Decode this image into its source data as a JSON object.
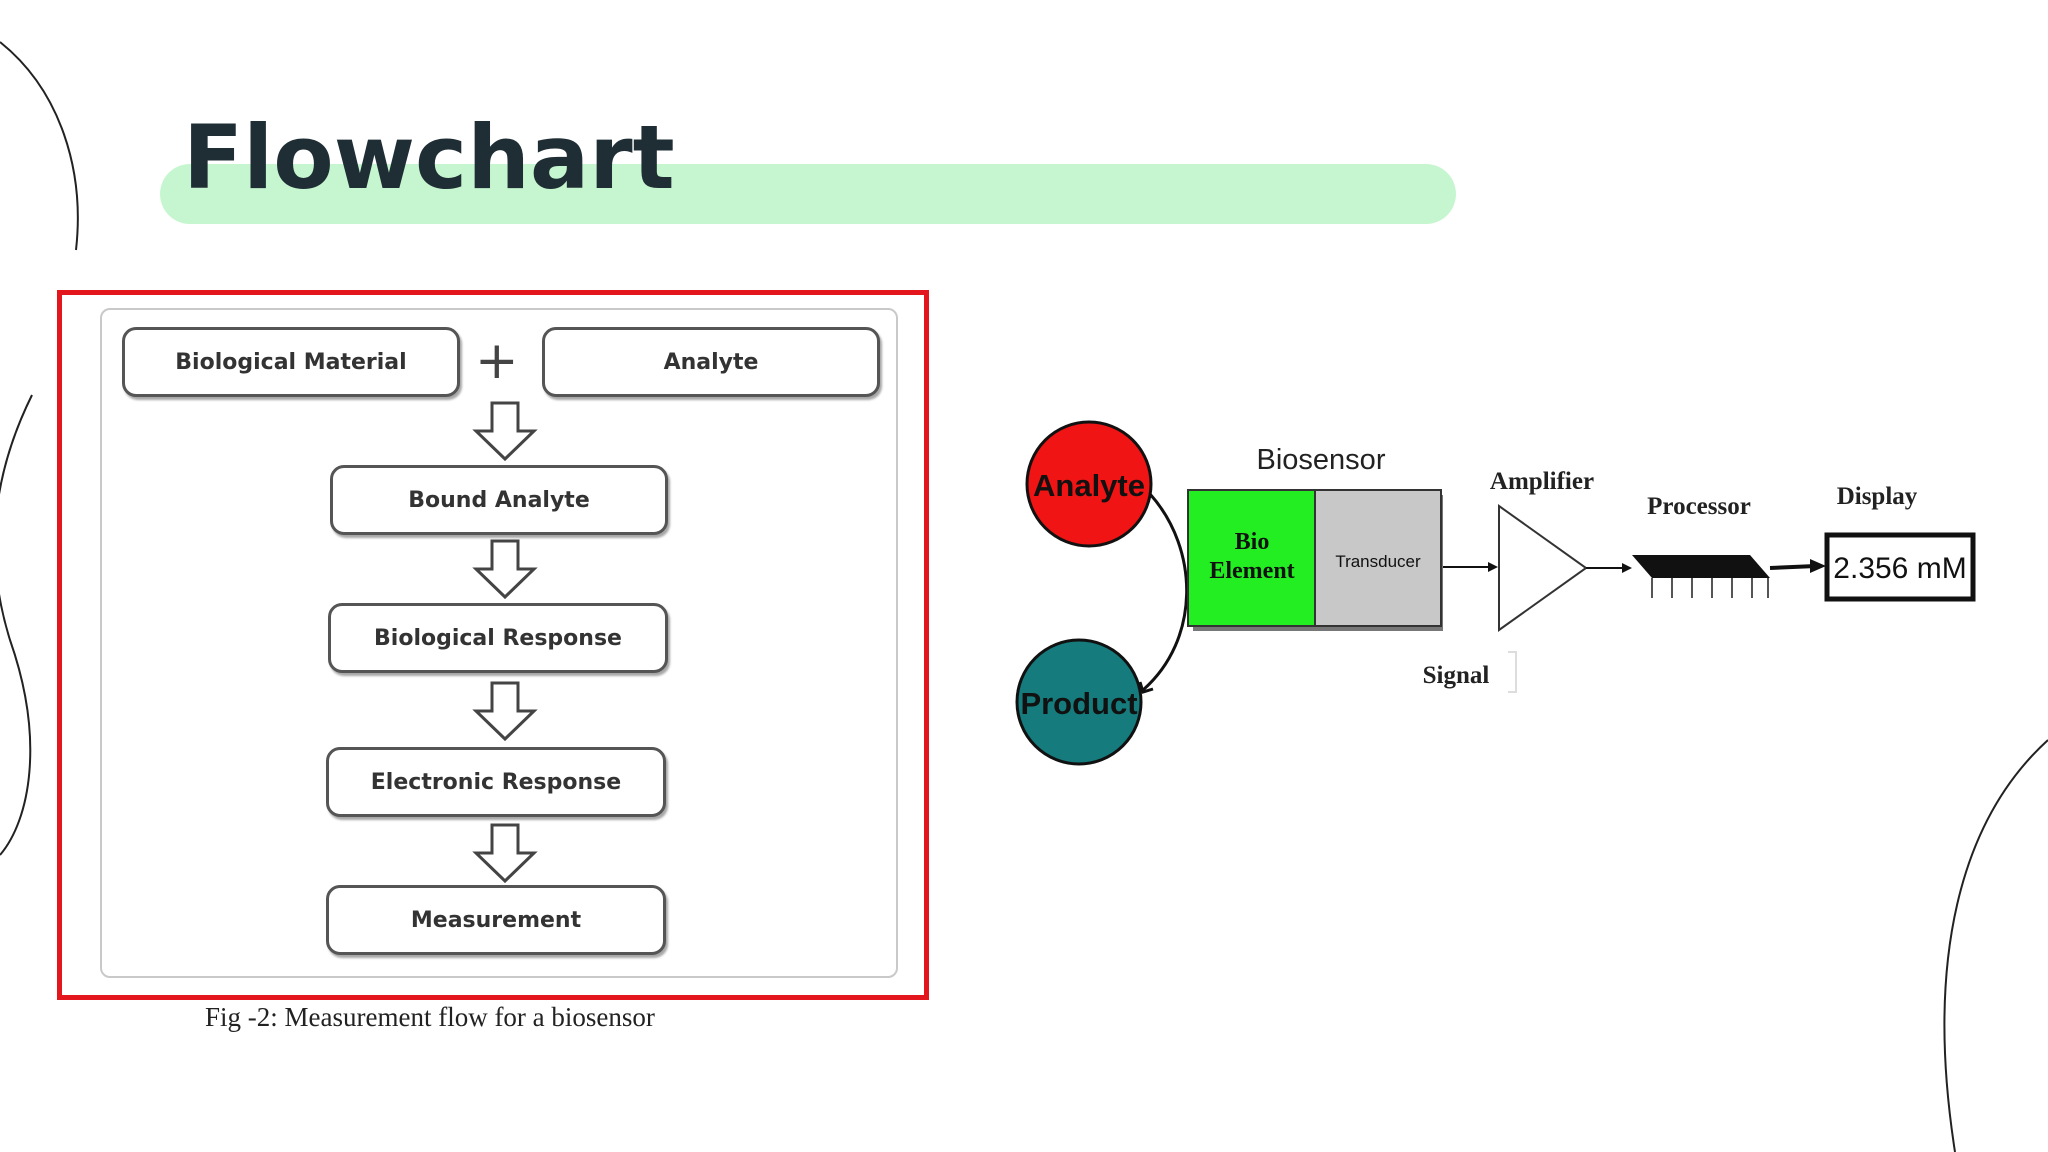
{
  "slide": {
    "title": "Flowchart"
  },
  "flow_figure": {
    "boxes": {
      "biological_material": "Biological Material",
      "plus": "+",
      "analyte": "Analyte",
      "bound_analyte": "Bound Analyte",
      "biological_response": "Biological Response",
      "electronic_response": "Electronic Response",
      "measurement": "Measurement"
    },
    "caption": "Fig -2: Measurement flow for a biosensor"
  },
  "biosensor_diagram": {
    "analyte": "Analyte",
    "product": "Product",
    "biosensor_label": "Biosensor",
    "bio_element_line1": "Bio",
    "bio_element_line2": "Element",
    "transducer": "Transducer",
    "amplifier": "Amplifier",
    "processor": "Processor",
    "display_label": "Display",
    "display_value": "2.356 mM",
    "signal": "Signal",
    "colors": {
      "analyte": "#f01414",
      "product": "#157b7c",
      "bio_element": "#22ee22",
      "transducer": "#c8c8c8",
      "frame_border": "#e3151d",
      "title_bar": "#c6f6cf"
    }
  }
}
